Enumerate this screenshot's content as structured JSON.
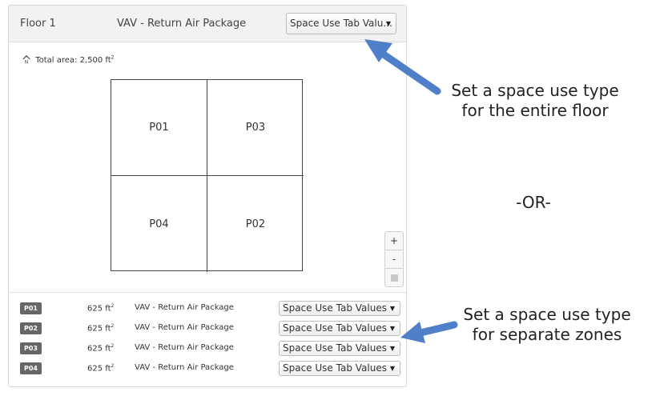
{
  "floor": {
    "label": "Floor 1",
    "system": "VAV - Return Air Package",
    "dropdown_value": "Space Use Tab Valu..."
  },
  "total_area": {
    "label": "Total area: 2,500 ft",
    "unit_sup": "2"
  },
  "plan": {
    "zones": [
      "P01",
      "P03",
      "P04",
      "P02"
    ]
  },
  "zoom": {
    "plus": "+",
    "minus": "-"
  },
  "zone_rows": [
    {
      "id": "P01",
      "area": "625 ft",
      "sup": "2",
      "system": "VAV - Return Air Package",
      "dropdown": "Space Use Tab Values"
    },
    {
      "id": "P02",
      "area": "625 ft",
      "sup": "2",
      "system": "VAV - Return Air Package",
      "dropdown": "Space Use Tab Values"
    },
    {
      "id": "P03",
      "area": "625 ft",
      "sup": "2",
      "system": "VAV - Return Air Package",
      "dropdown": "Space Use Tab Values"
    },
    {
      "id": "P04",
      "area": "625 ft",
      "sup": "2",
      "system": "VAV - Return Air Package",
      "dropdown": "Space Use Tab Values"
    }
  ],
  "annotations": {
    "floor_line1": "Set a space use type",
    "floor_line2": "for the entire floor",
    "or": "-OR-",
    "zones_line1": "Set a space use type",
    "zones_line2": "for separate zones"
  },
  "colors": {
    "arrow": "#4f7fc9",
    "badge": "#666666"
  }
}
